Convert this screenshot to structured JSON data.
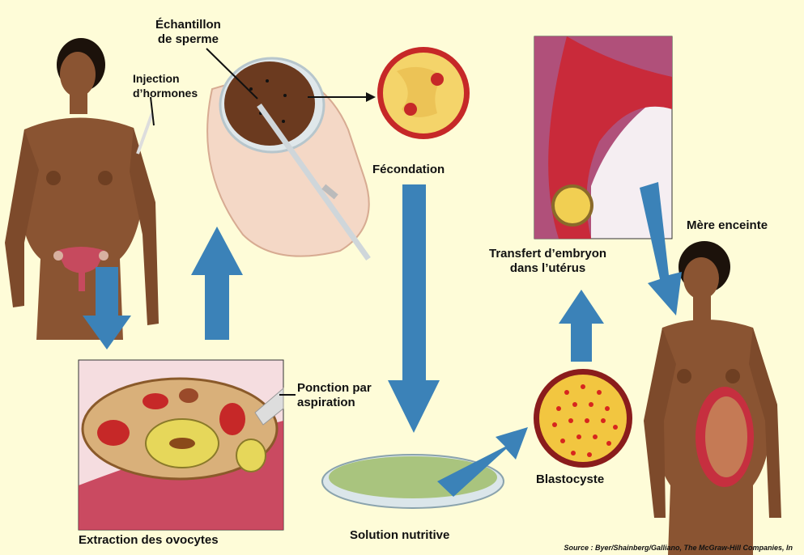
{
  "labels": {
    "sperm_sample_line1": "Échantillon",
    "sperm_sample_line2": "de sperme",
    "hormone_injection_line1": "Injection",
    "hormone_injection_line2": "d’hormones",
    "fertilization": "Fécondation",
    "embryo_transfer_line1": "Transfert d’embryon",
    "embryo_transfer_line2": "dans l’utérus",
    "pregnant_mother": "Mère enceinte",
    "aspiration_line1": "Ponction par",
    "aspiration_line2": "aspiration",
    "oocyte_extraction": "Extraction des ovocytes",
    "nutrient_solution": "Solution nutritive",
    "blastocyst": "Blastocyste"
  },
  "source": "Source : Byer/Shainberg/Galliano, The McGraw-Hill Companies, In",
  "colors": {
    "background": "#fefcd8",
    "arrow": "#3b82b8",
    "skin": "#8a5432",
    "egg_yellow": "#f3d24a",
    "tissue_red": "#c62828"
  }
}
